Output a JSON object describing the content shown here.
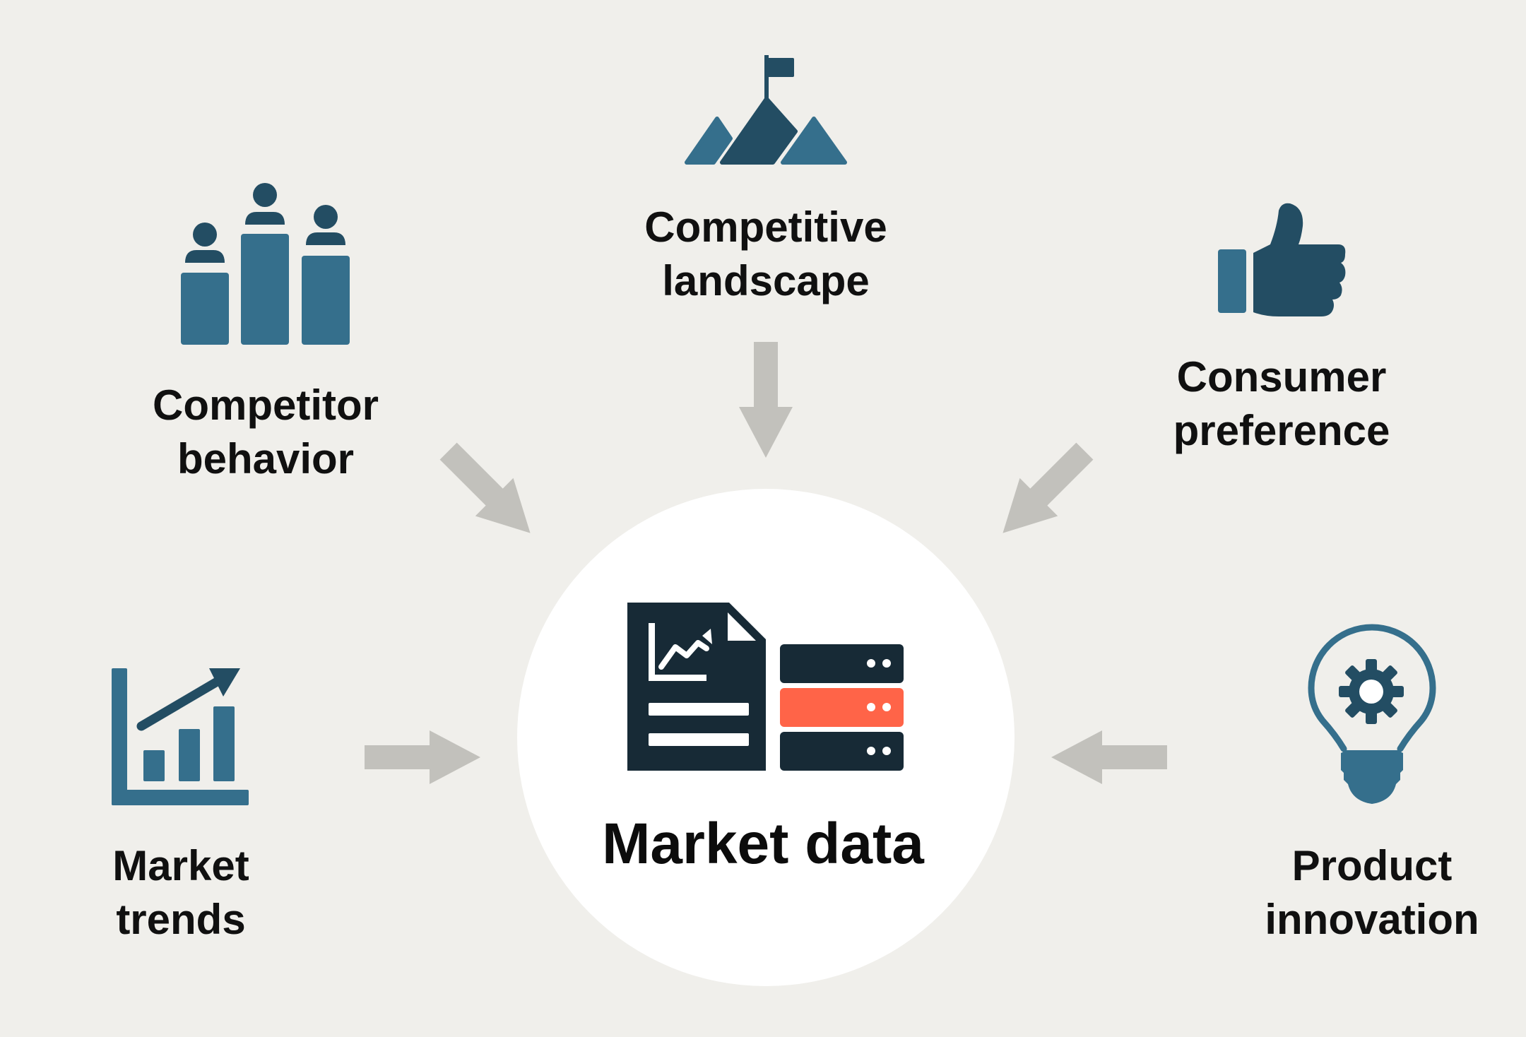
{
  "colors": {
    "background": "#f0efeb",
    "icon_dark": "#234d63",
    "icon_mid": "#356f8c",
    "arrow": "#c2c1bc",
    "center_circle": "#ffffff",
    "doc_dark": "#172a36",
    "server_accent": "#ff6448"
  },
  "center": {
    "title": "Market data",
    "icon": "report-and-database-icon"
  },
  "nodes": [
    {
      "id": "competitive-landscape",
      "lines": [
        "Competitive",
        "landscape"
      ],
      "icon": "mountain-flag-icon"
    },
    {
      "id": "competitor-behavior",
      "lines": [
        "Competitor",
        "behavior"
      ],
      "icon": "podium-people-icon"
    },
    {
      "id": "consumer-preference",
      "lines": [
        "Consumer",
        "preference"
      ],
      "icon": "thumbs-up-icon"
    },
    {
      "id": "market-trends",
      "lines": [
        "Market",
        "trends"
      ],
      "icon": "growth-bar-chart-icon"
    },
    {
      "id": "product-innovation",
      "lines": [
        "Product",
        "innovation"
      ],
      "icon": "lightbulb-gear-icon"
    }
  ]
}
